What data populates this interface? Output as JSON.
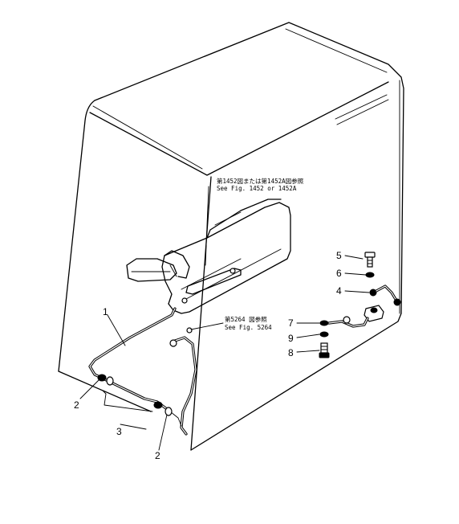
{
  "notes": {
    "upper_line1": "第1452図または第1452A図参照",
    "upper_line2": "See Fig. 1452 or 1452A",
    "lower_line1": "第5264 図参照",
    "lower_line2": "See Fig. 5264"
  },
  "callouts": {
    "p1": "1",
    "p2_left": "2",
    "p2_right": "2",
    "p3": "3",
    "p4": "4",
    "p5": "5",
    "p6": "6",
    "p7": "7",
    "p8": "8",
    "p9": "9"
  }
}
